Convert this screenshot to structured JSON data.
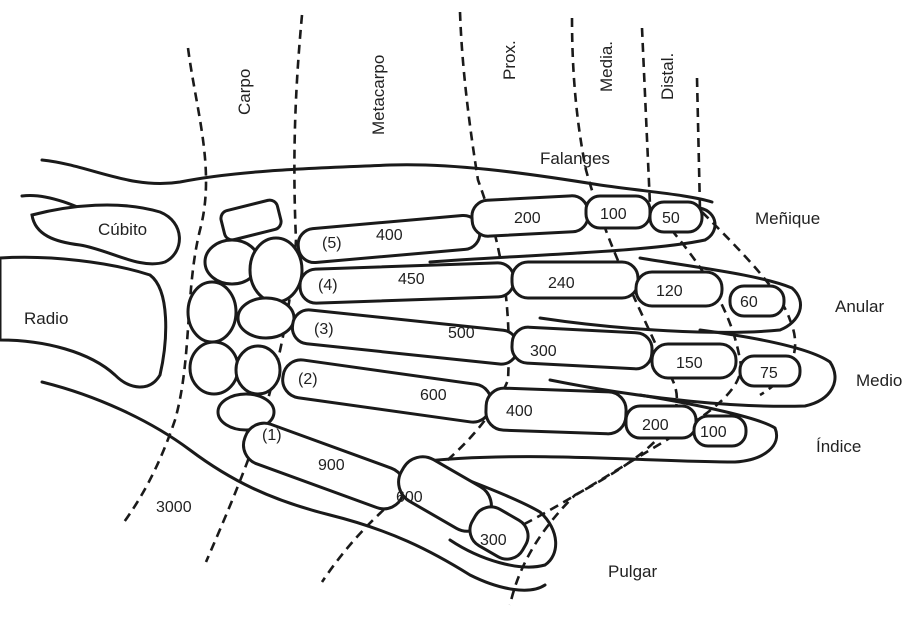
{
  "zones": {
    "carpo": "Carpo",
    "metacarpo": "Metacarpo",
    "prox": "Prox.",
    "media": "Media.",
    "distal": "Distal.",
    "falanges": "Falanges"
  },
  "parts": {
    "cubito": "Cúbito",
    "radio": "Radio",
    "wrist_value": "3000"
  },
  "fingers": {
    "menique": {
      "label": "Meñique",
      "index": "(5)",
      "metacarpal": "400",
      "proximal": "200",
      "middle": "100",
      "distal": "50"
    },
    "anular": {
      "label": "Anular",
      "index": "(4)",
      "metacarpal": "450",
      "proximal": "240",
      "middle": "120",
      "distal": "60"
    },
    "medio": {
      "label": "Medio",
      "index": "(3)",
      "metacarpal": "500",
      "proximal": "300",
      "middle": "150",
      "distal": "75"
    },
    "indice": {
      "label": "Índice",
      "index": "(2)",
      "metacarpal": "600",
      "proximal": "400",
      "middle": "200",
      "distal": "100"
    },
    "pulgar": {
      "label": "Pulgar",
      "index": "(1)",
      "metacarpal": "900",
      "proximal": "600",
      "distal": "300"
    }
  }
}
